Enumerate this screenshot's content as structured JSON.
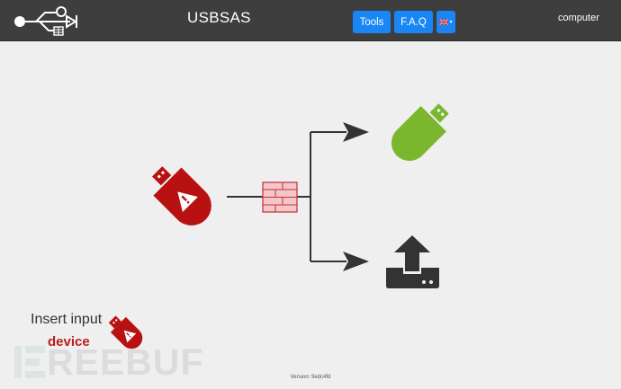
{
  "header": {
    "title": "USBSAS",
    "logo_icon": "usb-icon",
    "buttons": {
      "tools_label": "Tools",
      "faq_label": "F.A.Q",
      "language_icon": "uk-flag-icon",
      "language_caret": "▾"
    },
    "user": "computer"
  },
  "diagram": {
    "input_device_icon": "usb-warning-icon",
    "filter_icon": "firewall-icon",
    "output_device_icon": "usb-clean-icon",
    "upload_icon": "upload-icon",
    "colors": {
      "input": "#b81111",
      "output": "#7ab72e",
      "line": "#333333",
      "firewall": "#c0303a",
      "firewall_fill": "#f5c6c9",
      "accent": "#1a86f5"
    }
  },
  "status": {
    "line1": "Insert input",
    "line2": "device"
  },
  "watermark": "REEBUF",
  "footer": {
    "version": "Version: 9edc4fd"
  }
}
